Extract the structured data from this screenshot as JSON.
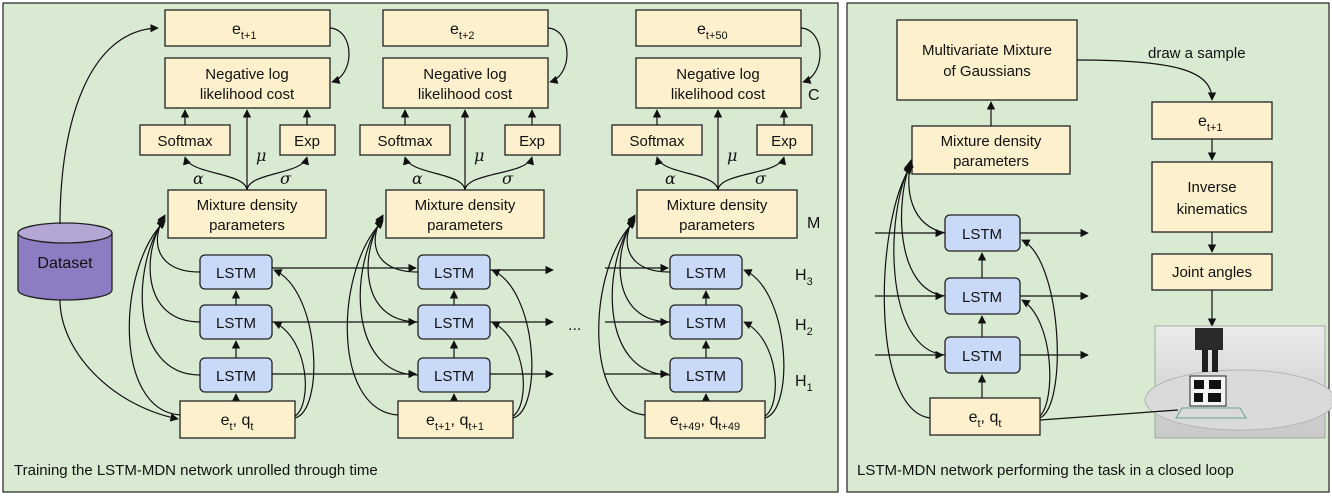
{
  "left_panel": {
    "caption": "Training the LSTM-MDN network unrolled through time",
    "dataset_label": "Dataset",
    "ellipsis": "...",
    "columns": [
      {
        "target_base": "e",
        "target_sub": "t+1",
        "input_e": "e",
        "input_e_sub": "t",
        "input_q": "q",
        "input_q_sub": "t"
      },
      {
        "target_base": "e",
        "target_sub": "t+2",
        "input_e": "e",
        "input_e_sub": "t+1",
        "input_q": "q",
        "input_q_sub": "t+1"
      },
      {
        "target_base": "e",
        "target_sub": "t+50",
        "input_e": "e",
        "input_e_sub": "t+49",
        "input_q": "q",
        "input_q_sub": "t+49"
      }
    ],
    "cost_line1": "Negative log",
    "cost_line2": "likelihood cost",
    "softmax": "Softmax",
    "exp": "Exp",
    "mdp_line1": "Mixture density",
    "mdp_line2": "parameters",
    "lstm": "LSTM",
    "alpha": "α",
    "mu": "μ",
    "sigma": "σ",
    "label_C": "C",
    "label_M": "M",
    "label_H3": "H",
    "label_H3_sub": "3",
    "label_H2": "H",
    "label_H2_sub": "2",
    "label_H1": "H",
    "label_H1_sub": "1"
  },
  "right_panel": {
    "caption": "LSTM-MDN network performing the task in a closed loop",
    "mmg_line1": "Multivariate Mixture",
    "mmg_line2": "of Gaussians",
    "draw_sample": "draw a sample",
    "mdp_line1": "Mixture density",
    "mdp_line2": "parameters",
    "lstm": "LSTM",
    "e_next": "e",
    "e_next_sub": "t+1",
    "ik_line1": "Inverse",
    "ik_line2": "kinematics",
    "joint_angles": "Joint angles",
    "input_e": "e",
    "input_e_sub": "t",
    "input_q": "q",
    "input_q_sub": "t"
  },
  "colors": {
    "panel_bg": "#d9ead3",
    "box_fill": "#fdf0cd",
    "lstm_fill": "#c9daf8",
    "dataset_fill": "#8e7cc3"
  }
}
